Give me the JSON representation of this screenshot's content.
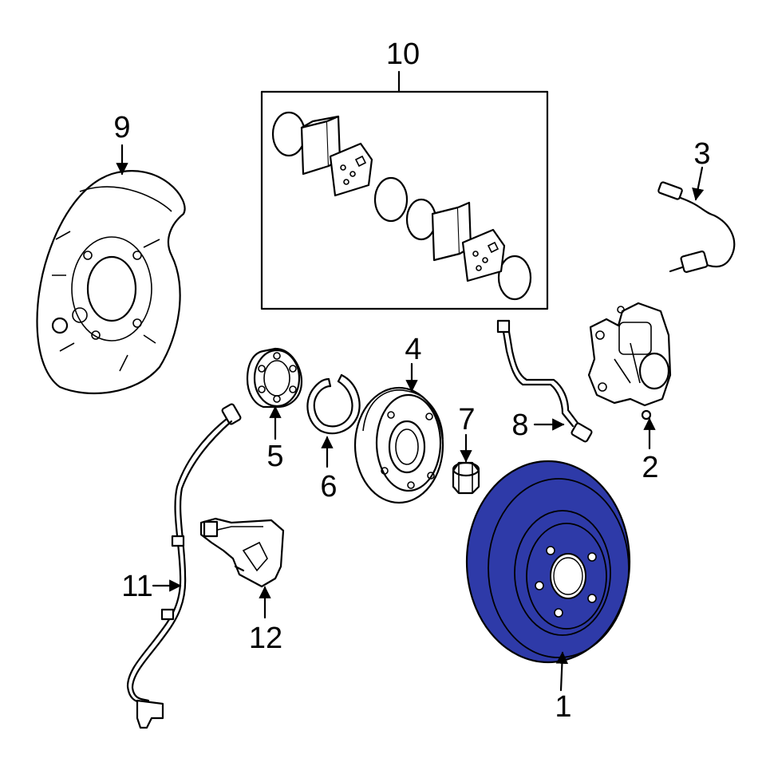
{
  "colors": {
    "highlight": "#2e3aa8",
    "line": "#000000",
    "background": "#ffffff"
  },
  "callouts": {
    "c1": "1",
    "c2": "2",
    "c3": "3",
    "c4": "4",
    "c5": "5",
    "c6": "6",
    "c7": "7",
    "c8": "8",
    "c9": "9",
    "c10": "10",
    "c11": "11",
    "c12": "12"
  },
  "highlighted_part": "1"
}
